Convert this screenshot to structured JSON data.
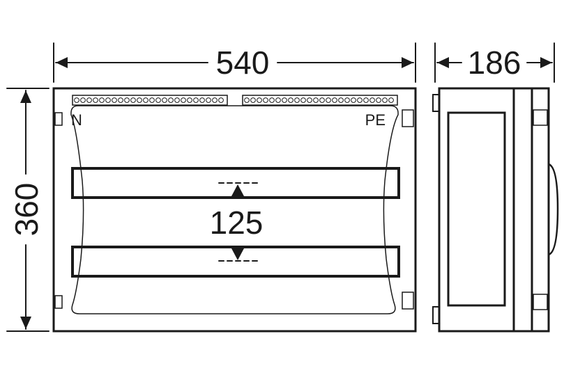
{
  "dimensions": {
    "front_width": "540",
    "side_depth": "186",
    "height": "360",
    "rail_spacing": "125"
  },
  "terminal_labels": {
    "neutral": "N",
    "protective_earth": "PE"
  },
  "colors": {
    "line": "#1a1a1a",
    "background": "#ffffff"
  }
}
